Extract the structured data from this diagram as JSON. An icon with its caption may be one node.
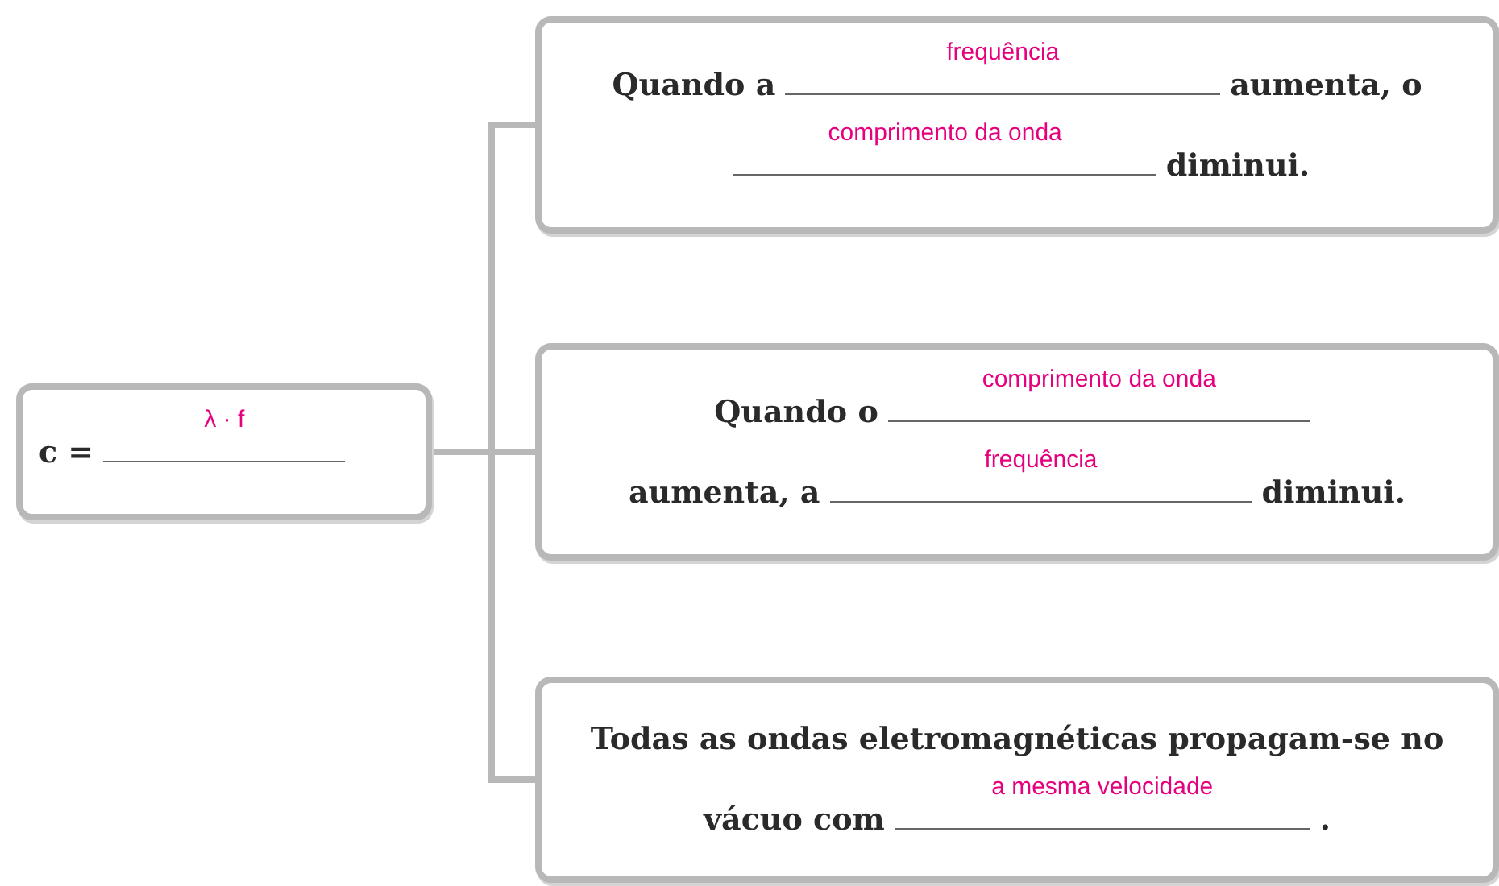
{
  "diagram": {
    "nodes": [
      {
        "text": [
          "c =",
          "λ · f"
        ]
      },
      {
        "text": [
          "Quando a",
          "frequência",
          "aumenta, o",
          "comprimento da onda",
          "diminui."
        ]
      },
      {
        "text": [
          "Quando o",
          "comprimento da onda",
          "aumenta, a",
          "frequência",
          "diminui."
        ]
      },
      {
        "text": [
          "Todas as ondas eletromagnéticas propagam-se no vácuo com",
          "a mesma velocidade",
          "."
        ]
      }
    ],
    "edges": [
      {
        "from": 0,
        "to": 1,
        "arrow": "none"
      },
      {
        "from": 0,
        "to": 2,
        "arrow": "none"
      },
      {
        "from": 0,
        "to": 3,
        "arrow": "none"
      }
    ]
  }
}
